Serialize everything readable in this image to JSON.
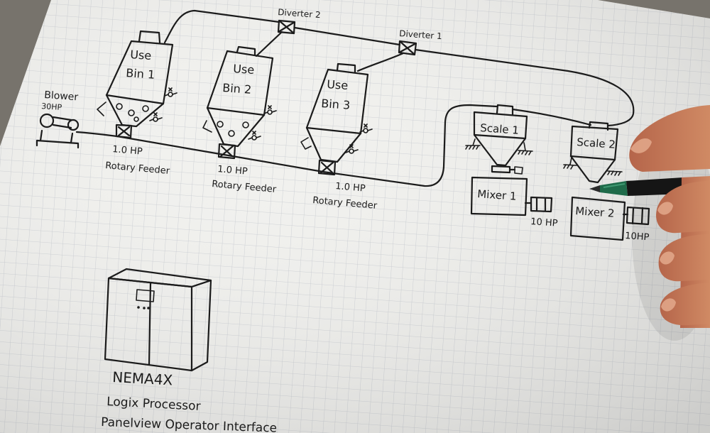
{
  "diagram": {
    "blower": {
      "name": "Blower",
      "hp": "30HP"
    },
    "diverters": [
      {
        "label": "Diverter 2"
      },
      {
        "label": "Diverter 1"
      }
    ],
    "bins": [
      {
        "line1": "Use",
        "line2": "Bin 1"
      },
      {
        "line1": "Use",
        "line2": "Bin 2"
      },
      {
        "line1": "Use",
        "line2": "Bin 3"
      }
    ],
    "feeders": [
      {
        "hp": "1.0 HP",
        "label": "Rotary Feeder"
      },
      {
        "hp": "1.0 HP",
        "label": "Rotary Feeder"
      },
      {
        "hp": "1.0 HP",
        "label": "Rotary Feeder"
      }
    ],
    "scales": [
      {
        "label": "Scale 1"
      },
      {
        "label": "Scale 2"
      }
    ],
    "mixers": [
      {
        "label": "Mixer 1",
        "motor_hp": "10 HP"
      },
      {
        "label": "Mixer 2",
        "motor_hp": "10HP"
      }
    ],
    "control_panel": {
      "enclosure": "NEMA4X",
      "processor": "Logix Processor",
      "interface": "Panelview Operator Interface"
    }
  },
  "colors": {
    "background": "#77736c",
    "paper": "#f1f1ee",
    "grid": "#c4c8ce",
    "ink": "#1b1b1b",
    "skin": "#c27553",
    "pencil": "#1f6b4a"
  }
}
